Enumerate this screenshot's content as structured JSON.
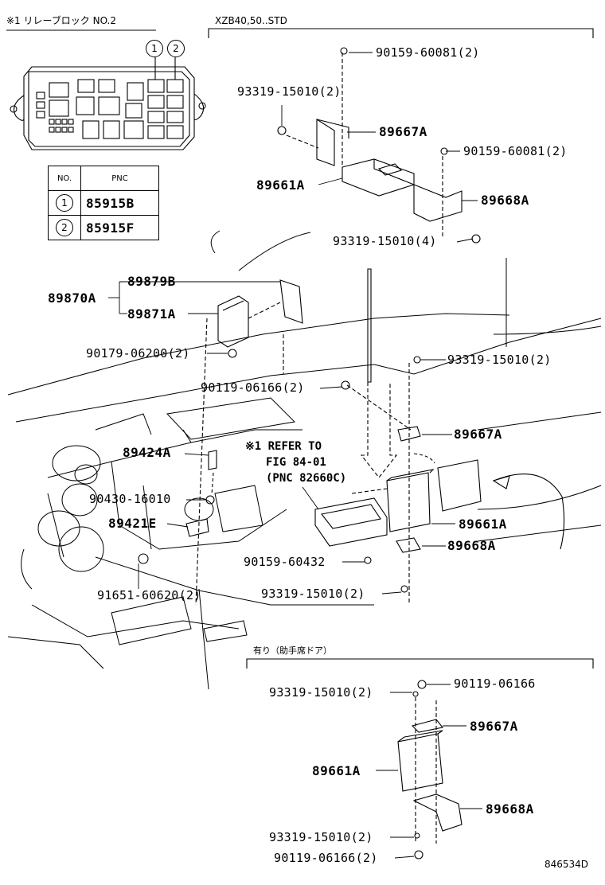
{
  "relay_block": {
    "title": "※1 リレーブロック  NO.2",
    "markers": [
      "1",
      "2"
    ],
    "table": {
      "headers": [
        "NO.",
        "PNC"
      ],
      "rows": [
        {
          "no": "1",
          "pnc": "85915B"
        },
        {
          "no": "2",
          "pnc": "85915F"
        }
      ]
    }
  },
  "sections": {
    "top_header": "XZB40,50..STD",
    "bottom_header": "有り（助手席ドア）"
  },
  "labels": {
    "p90159_60081_a": "90159-60081(2)",
    "p93319_15010_a": "93319-15010(2)",
    "p89667a_a": "89667A",
    "p90159_60081_b": "90159-60081(2)",
    "p89661a_a": "89661A",
    "p89668a_a": "89668A",
    "p93319_15010_b": "93319-15010(4)",
    "p89879b": "89879B",
    "p89870a": "89870A",
    "p89871a": "89871A",
    "p90179_06200": "90179-06200(2)",
    "p93319_15010_c": "93319-15010(2)",
    "p90119_06166_a": "90119-06166(2)",
    "p89667a_b": "89667A",
    "p89424a": "89424A",
    "refer_1": "※1 REFER TO",
    "refer_2": "FIG 84-01",
    "refer_3": "(PNC 82660C)",
    "p90430_16010": "90430-16010",
    "p89421e": "89421E",
    "p89661a_b": "89661A",
    "p89668a_b": "89668A",
    "p90159_60432": "90159-60432",
    "p91651_60620": "91651-60620(2)",
    "p93319_15010_d": "93319-15010(2)",
    "p93319_15010_e": "93319-15010(2)",
    "p90119_06166_b": "90119-06166",
    "p89667a_c": "89667A",
    "p89661a_c": "89661A",
    "p89668a_c": "89668A",
    "p93319_15010_f": "93319-15010(2)",
    "p90119_06166_c": "90119-06166(2)",
    "figure_id": "846534D"
  }
}
